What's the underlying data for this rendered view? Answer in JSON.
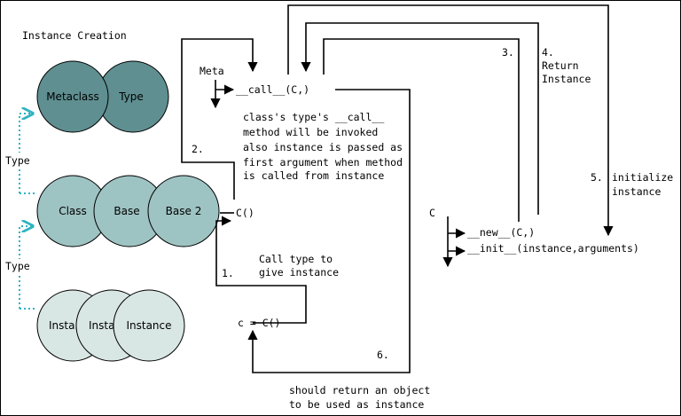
{
  "title": "Instance Creation",
  "circles": {
    "metaclass": "Metaclass",
    "type": "Type",
    "class": "Class",
    "base": "Base",
    "base2": "Base 2",
    "inst1": "Instance",
    "inst2": "Instance",
    "instance": "Instance"
  },
  "side_labels": {
    "type_upper": "Type",
    "type_lower": "Type"
  },
  "code": {
    "meta": "Meta",
    "call": "__call__(C,)",
    "c_call": "C()",
    "assign": "c = C()",
    "c": "C",
    "new": "__new__(C,)",
    "init": "__init__(instance,arguments)"
  },
  "notes": {
    "type_call_1": "class's type's __call__",
    "type_call_2": "method will be invoked",
    "type_call_3": "also instance is passed as",
    "type_call_4": "first argument when method",
    "type_call_5": "is called from instance",
    "call_type_1": "Call type to",
    "call_type_2": "give instance",
    "return_1": "should return an object",
    "return_2": "to be used as instance",
    "init_1": "initialize",
    "init_2": "instance",
    "ret_inst_1": "Return",
    "ret_inst_2": "Instance"
  },
  "steps": {
    "s1": "1.",
    "s2": "2.",
    "s3": "3.",
    "s4": "4.",
    "s5": "5.",
    "s6": "6."
  },
  "colors": {
    "dark_teal": "#5f8f91",
    "mid_teal": "#9ec3c3",
    "light_teal": "#d8e6e4",
    "dotted": "#2fb3c0"
  }
}
